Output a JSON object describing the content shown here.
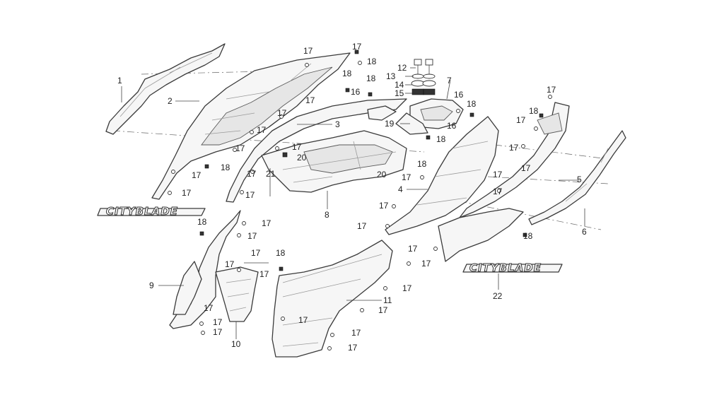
{
  "logo_text": "CITYBLADE",
  "callouts": {
    "c1": "1",
    "c2": "2",
    "c3": "3",
    "c4": "4",
    "c5": "5",
    "c6": "6",
    "c7": "7",
    "c8": "8",
    "c9": "9",
    "c10": "10",
    "c11": "11",
    "c12": "12",
    "c13": "13",
    "c14": "14",
    "c15": "15",
    "c16": "16",
    "c17": "17",
    "c18": "18",
    "c19": "19",
    "c20": "20",
    "c21": "21",
    "c22": "22"
  },
  "colors": {
    "line": "#3a3a3a",
    "fill": "#f6f6f6",
    "background": "#ffffff"
  }
}
